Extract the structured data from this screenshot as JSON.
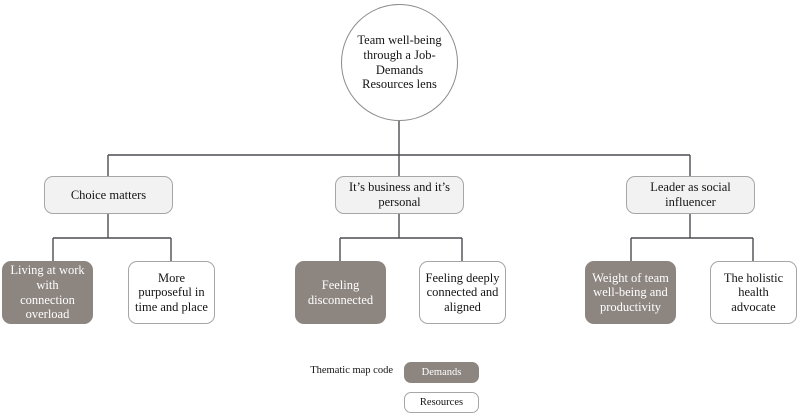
{
  "diagram": {
    "root": {
      "label": "Team well-being through a Job-Demands Resources lens"
    },
    "themes": [
      {
        "label": "Choice matters"
      },
      {
        "label": "It’s business and it’s personal"
      },
      {
        "label": "Leader as social influencer"
      }
    ],
    "subthemes": [
      {
        "label": "Living at work with connection overload",
        "code": "Demands"
      },
      {
        "label": "More purposeful in time and place",
        "code": "Resources"
      },
      {
        "label": "Feeling disconnected",
        "code": "Demands"
      },
      {
        "label": "Feeling deeply connected and aligned",
        "code": "Resources"
      },
      {
        "label": "Weight of team well-being and productivity",
        "code": "Demands"
      },
      {
        "label": "The holistic health advocate",
        "code": "Resources"
      }
    ],
    "legend": {
      "title": "Thematic map code",
      "demands_label": "Demands",
      "resources_label": "Resources"
    },
    "colors": {
      "demands_fill": "#8d8580",
      "resources_fill": "#ffffff",
      "theme_fill": "#f2f2f2",
      "line": "#4d4d52",
      "border": "#a6a6a6",
      "text": "#141414",
      "inverse_text": "#ffffff"
    }
  }
}
